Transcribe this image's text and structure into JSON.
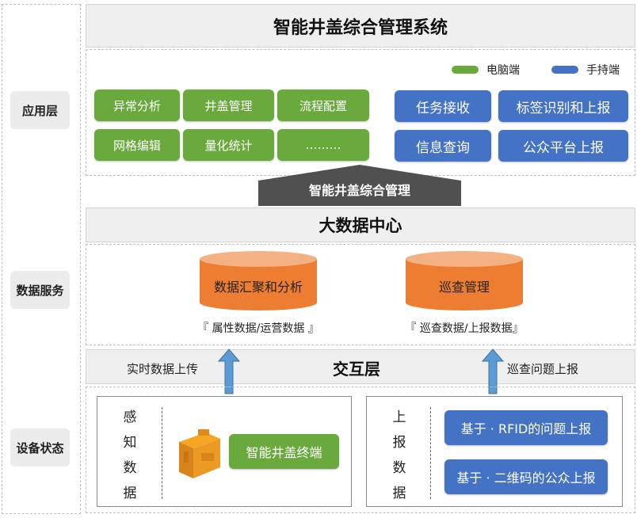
{
  "title": "智能井盖综合管理系统",
  "layers": {
    "app": "应用层",
    "data": "数据服务",
    "device": "设备状态"
  },
  "legend": {
    "pc": {
      "label": "电脑端",
      "color": "#6aaa3c"
    },
    "handheld": {
      "label": "手持端",
      "color": "#4472c4"
    }
  },
  "pc_modules": [
    "异常分析",
    "井盖管理",
    "流程配置",
    "网格编辑",
    "量化统计",
    "………"
  ],
  "handheld_modules": [
    "任务接收",
    "标签识别和上报",
    "信息查询",
    "公众平台上报"
  ],
  "arrow_banner": "智能井盖综合管理",
  "data_center": {
    "title": "大数据中心",
    "db1": {
      "label": "数据汇聚和分析",
      "note": "『 属性数据/运营数据 』"
    },
    "db2": {
      "label": "巡查管理",
      "note": "『 巡查数据/上报数据』"
    }
  },
  "interaction": {
    "title": "交互层",
    "left_note": "实时数据上传",
    "right_note": "巡查问题上报"
  },
  "sensing": {
    "chars": [
      "感",
      "知",
      "数",
      "据"
    ],
    "terminal": "智能井盖终端",
    "device_icon": "manhole-terminal-device-icon"
  },
  "reporting": {
    "chars": [
      "上",
      "报",
      "数",
      "据"
    ],
    "items": [
      "基于 · RFID的问题上报",
      "基于 · 二维码的公众上报"
    ]
  },
  "colors": {
    "green": "#6aaa3c",
    "blue": "#4472c4",
    "orange": "#ed7d31",
    "orange_top": "#f4b183",
    "arrow": "#5b9bd5"
  }
}
